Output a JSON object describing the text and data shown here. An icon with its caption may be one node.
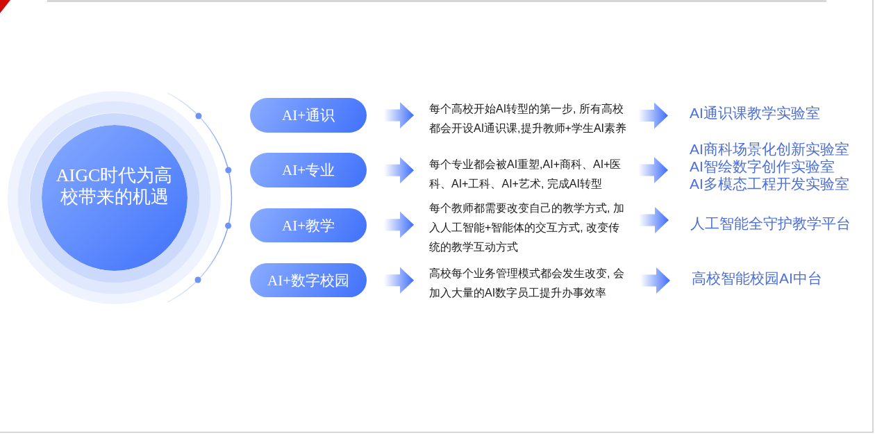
{
  "diagram": {
    "nodes": [
      {
        "text": [
          "AIGC时代为高校带来的机遇"
        ]
      },
      {
        "text": [
          "AI+通识"
        ]
      },
      {
        "text": [
          "每个高校开始AI转型的第一步, 所有高校都会开设AI通识课,提升教师+学生AI素养"
        ]
      },
      {
        "text": [
          "AI通识课教学实验室"
        ]
      },
      {
        "text": [
          "AI+专业"
        ]
      },
      {
        "text": [
          "每个专业都会被AI重塑,AI+商科、AI+医科、AI+工科、AI+艺术, 完成AI转型"
        ]
      },
      {
        "text": [
          "AI商科场景化创新实验室",
          "AI智绘数字创作实验室",
          "AI多模态工程开发实验室"
        ]
      },
      {
        "text": [
          "AI+教学"
        ]
      },
      {
        "text": [
          "每个教师都需要改变自己的教学方式, 加入人工智能+智能体的交互方式, 改变传统的教学互动方式"
        ]
      },
      {
        "text": [
          "人工智能全守护教学平台"
        ]
      },
      {
        "text": [
          "AI+数字校园"
        ]
      },
      {
        "text": [
          "高校每个业务管理模式都会发生改变, 会加入大量的AI数字员工提升办事效率"
        ]
      },
      {
        "text": [
          "高校智能校园AI中台"
        ]
      }
    ],
    "edges": [
      {
        "from": 1,
        "to": 2,
        "arrow": "to"
      },
      {
        "from": 2,
        "to": 3,
        "arrow": "to"
      },
      {
        "from": 4,
        "to": 5,
        "arrow": "to"
      },
      {
        "from": 5,
        "to": 6,
        "arrow": "to"
      },
      {
        "from": 7,
        "to": 8,
        "arrow": "to"
      },
      {
        "from": 8,
        "to": 9,
        "arrow": "to"
      },
      {
        "from": 10,
        "to": 11,
        "arrow": "to"
      },
      {
        "from": 11,
        "to": 12,
        "arrow": "to"
      }
    ]
  }
}
